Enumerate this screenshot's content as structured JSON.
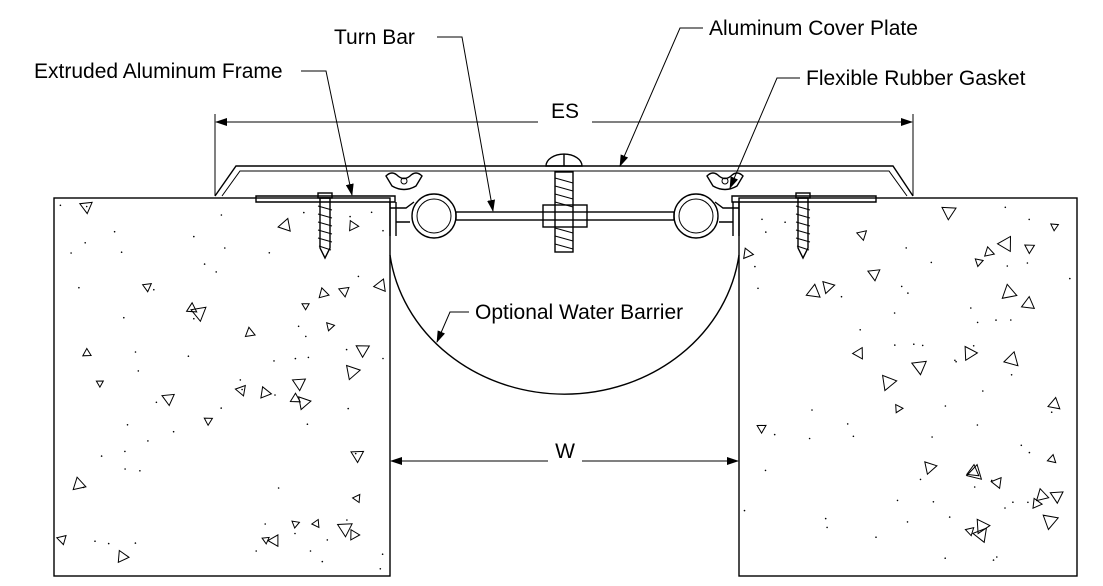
{
  "labels": {
    "aluminum_cover_plate": "Aluminum Cover Plate",
    "turn_bar": "Turn Bar",
    "extruded_frame": "Extruded Aluminum Frame",
    "rubber_gasket": "Flexible Rubber Gasket",
    "es_dimension": "ES",
    "water_barrier": "Optional Water Barrier",
    "w_dimension": "W"
  }
}
